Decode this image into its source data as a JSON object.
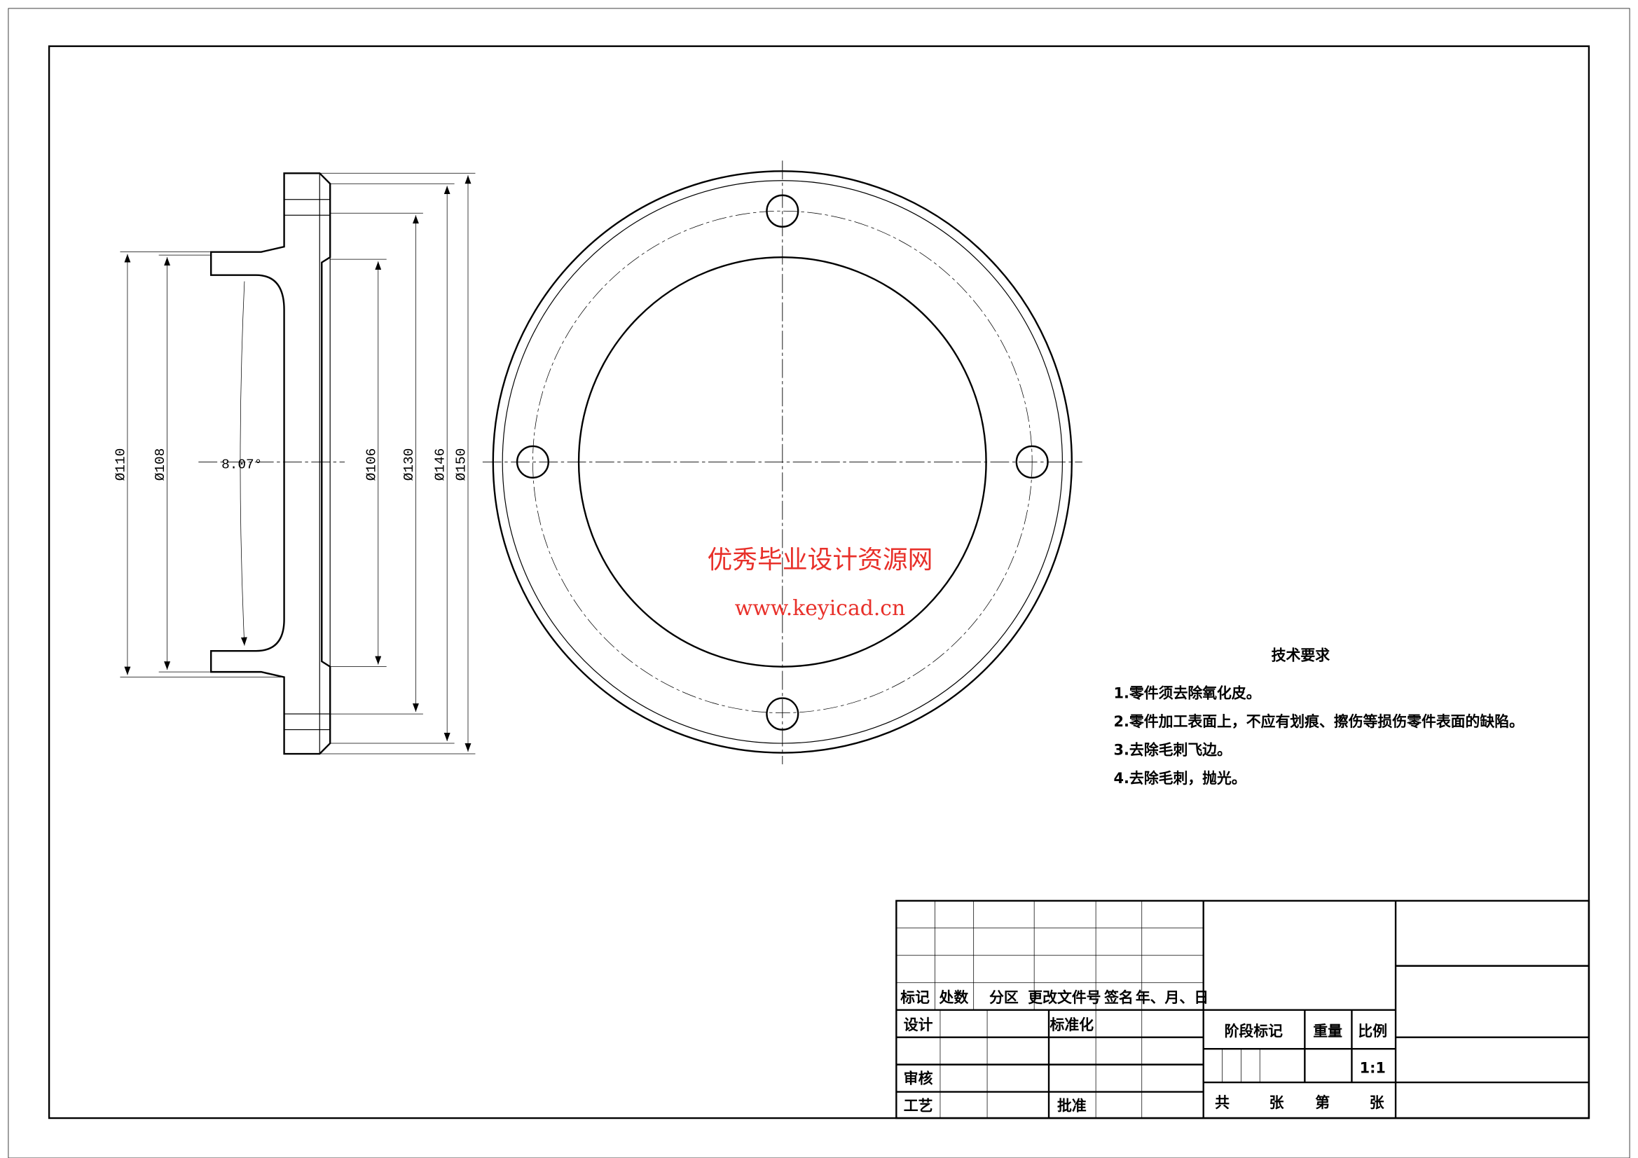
{
  "dimensions": {
    "d110": "Ø110",
    "d108": "Ø108",
    "angle": "8.07°",
    "d106": "Ø106",
    "d130": "Ø130",
    "d146": "Ø146",
    "d150": "Ø150"
  },
  "watermark": {
    "name": "优秀毕业设计资源网",
    "url": "www.keyicad.cn",
    "color": "#e8302a"
  },
  "tech_requirements": {
    "title": "技术要求",
    "items": [
      "1.零件须去除氧化皮。",
      "2.零件加工表面上，不应有划痕、擦伤等损伤零件表面的缺陷。",
      "3.去除毛刺飞边。",
      "4.去除毛刺，抛光。"
    ]
  },
  "title_block": {
    "headers": [
      "标记",
      "处数",
      "分区",
      "更改文件号",
      "签名",
      "年、月、日"
    ],
    "design": "设计",
    "standardization": "标准化",
    "review": "审核",
    "process": "工艺",
    "approve": "批准",
    "stage_mark": "阶段标记",
    "weight": "重量",
    "scale_label": "比例",
    "scale_value": "1:1",
    "total": "共",
    "sheets1": "张",
    "sheet_no": "第",
    "sheets2": "张"
  }
}
